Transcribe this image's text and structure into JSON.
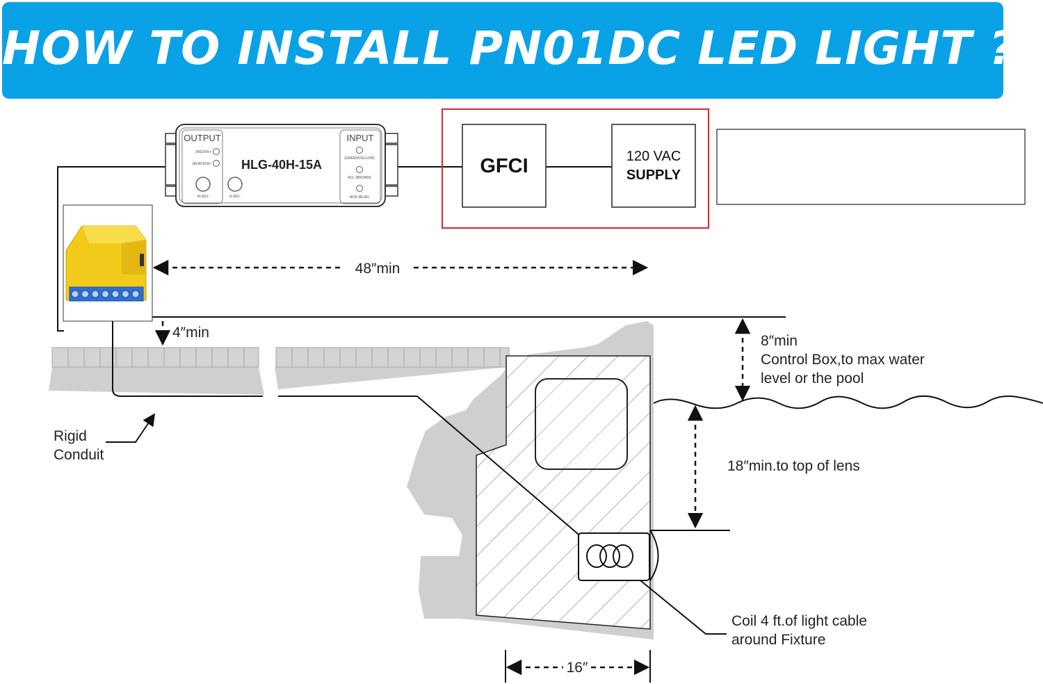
{
  "title": "HOW TO INSTALL PN01DC LED LIGHT ?",
  "driver": {
    "model": "HLG-40H-15A",
    "output_label": "OUTPUT",
    "input_label": "INPUT",
    "out_red": "(RED)Vo+",
    "out_black": "(BLACK)Vo-",
    "in_gy": "(GREEN/YELLOW)",
    "in_acl": "ACL (BROWN)",
    "in_acn": "ACN (BLUE)",
    "vo_adj": "Vo ADJ.",
    "io_adj": "Io ADJ."
  },
  "gfci": "GFCI",
  "supply": {
    "line1": "120 VAC",
    "line2": "SUPPLY"
  },
  "dimensions": {
    "d48": "48″min",
    "d4": "4″min",
    "d8": "8″min",
    "d8_note1": "Control Box,to max water",
    "d8_note2": "level or the pool",
    "d18": "18″min.to top of lens",
    "d16": "16″"
  },
  "labels": {
    "rigid": "Rigid",
    "conduit": "Conduit",
    "coil1": "Coil 4 ft.of light cable",
    "coil2": "around Fixture"
  },
  "colors": {
    "banner": "#0aa2e6",
    "highlight_box": "#d9272e",
    "junction_box": "#f2cb1a",
    "terminal_strip": "#2f6fd0",
    "concrete": "#cdcdcd"
  }
}
